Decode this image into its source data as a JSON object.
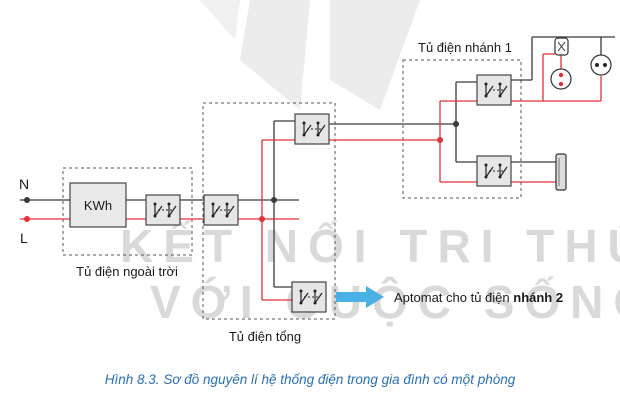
{
  "watermark": {
    "line1": "KẾT NỐI TRI THỨC",
    "line2": "VỚI CUỘC SỐNG"
  },
  "terminals": {
    "neutral": "N",
    "line": "L"
  },
  "meter": {
    "label": "KWh"
  },
  "boxes": {
    "outdoor": "Tủ điện ngoài trời",
    "main": "Tủ điện tổng",
    "branch1": "Tủ điện nhánh 1"
  },
  "arrow_label": {
    "prefix": "Aptomat cho tủ điện ",
    "bold": "nhánh 2"
  },
  "caption": {
    "figure": "Hình 8.3.",
    "text": " Sơ đồ nguyên lí hệ thống điện trong gia đình có một phòng"
  },
  "colors": {
    "neutral_wire": "#3a3a3a",
    "line_wire": "#e0323a",
    "box_border": "#555555",
    "arrow": "#4ab0e6",
    "caption": "#2a6fb5",
    "watermark": "#d9d9d9"
  },
  "icons": [
    "lamp-icon",
    "socket-icon",
    "fan-icon",
    "circuit-breaker-icon"
  ]
}
